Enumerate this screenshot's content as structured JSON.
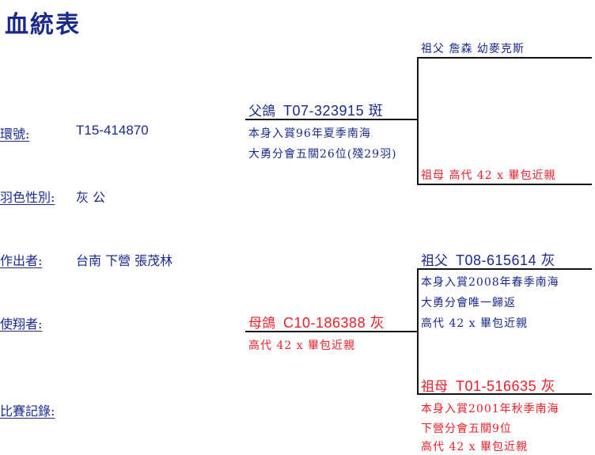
{
  "title": "血統表",
  "info": {
    "ring_label": "環號:",
    "ring_value": "T15-414870",
    "color_sex_label": "羽色性別:",
    "color_sex_value": "灰 公",
    "breeder_label": "作出者:",
    "breeder_value": "台南 下營 張茂林",
    "flyer_label": "使翔者:",
    "race_record_label": "比賽記錄:"
  },
  "sire": {
    "label": "父鴿",
    "ring": "T07-323915 斑",
    "notes": [
      "本身入賞96年夏季南海",
      "大勇分會五關26位(殘29羽)"
    ]
  },
  "dam": {
    "label": "母鴿",
    "ring": "C10-186388 灰",
    "notes": [
      "高代 42 x 畢包近親"
    ]
  },
  "sire_grandfather": {
    "text": "祖父  詹森 幼麥克斯"
  },
  "sire_grandmother": {
    "text": "祖母  高代 42 x 畢包近親"
  },
  "dam_grandfather": {
    "label": "祖父",
    "ring": "T08-615614 灰",
    "notes": [
      "本身入賞2008年春季南海",
      "大勇分會唯一歸返",
      "高代 42 x 畢包近親"
    ]
  },
  "dam_grandmother": {
    "label": "祖母",
    "ring": "T01-516635 灰",
    "notes": [
      "本身入賞2001年秋季南海",
      "下營分會五關9位",
      "高代 42 x 畢包近親"
    ]
  },
  "colors": {
    "blue_text": "#1a2a8c",
    "red_text": "#e8202a",
    "lines": "#111111"
  }
}
